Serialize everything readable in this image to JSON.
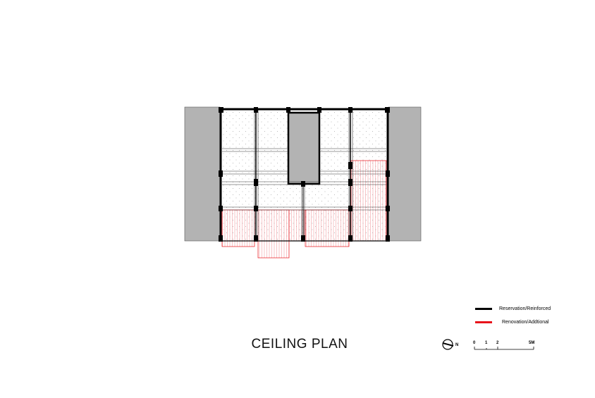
{
  "title": "CEILING PLAN",
  "legend": {
    "items": [
      {
        "label": "Reservation/Reinforced",
        "color": "#000000"
      },
      {
        "label": "Renovation/Addtional",
        "color": "#e8131b"
      }
    ]
  },
  "north": {
    "label": "N"
  },
  "scale_bar": {
    "ticks": [
      "0",
      "1",
      "2",
      "5M"
    ]
  },
  "colors": {
    "wall_gray": "#b3b3b3",
    "structure": "#000000",
    "renovation": "#e8131b"
  }
}
